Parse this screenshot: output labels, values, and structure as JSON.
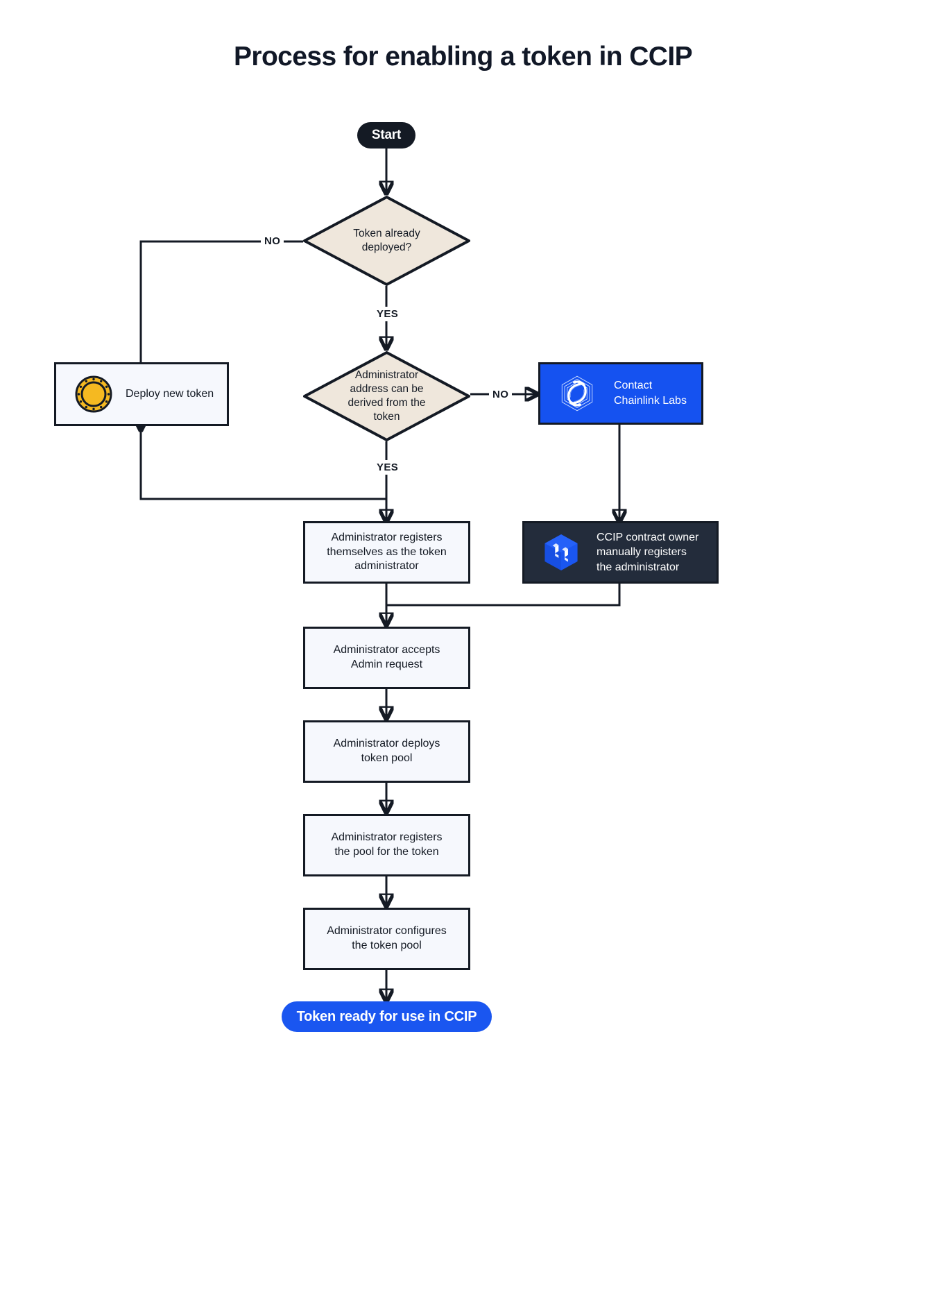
{
  "page": {
    "title": "Process for enabling a token in CCIP",
    "background": "#ffffff"
  },
  "colors": {
    "ink": "#141a24",
    "diamond_fill": "#efe7dc",
    "box_fill": "#f6f8fd",
    "chainlink_blue": "#1552f0",
    "ccip_dark": "#232c3b",
    "end_blue": "#1a56f0",
    "coin_gold": "#F5B921"
  },
  "nodes": {
    "start": {
      "label": "Start",
      "shape": "pill",
      "kind": "terminator"
    },
    "decision_deployed": {
      "label": "Token already\ndeployed?",
      "shape": "diamond",
      "kind": "decision"
    },
    "deploy_new_token": {
      "label": "Deploy new token",
      "shape": "rect",
      "icon": "coin-icon"
    },
    "decision_admin_derived": {
      "label": "Administrator\naddress can be\nderived from the\ntoken",
      "shape": "diamond",
      "kind": "decision"
    },
    "contact_chainlink": {
      "label": "Contact\nChainlink Labs",
      "shape": "rect",
      "icon": "chainlink-logo-icon"
    },
    "admin_registers_self": {
      "label": "Administrator registers\nthemselves as the token\nadministrator",
      "shape": "rect"
    },
    "ccip_owner_registers": {
      "label": "CCIP contract owner\nmanually registers\nthe administrator",
      "shape": "rect",
      "icon": "ccip-logo-icon"
    },
    "admin_accepts": {
      "label": "Administrator accepts\nAdmin request",
      "shape": "rect"
    },
    "admin_deploys_pool": {
      "label": "Administrator deploys\ntoken pool",
      "shape": "rect"
    },
    "admin_registers_pool": {
      "label": "Administrator registers\nthe pool for the token",
      "shape": "rect"
    },
    "admin_configures_pool": {
      "label": "Administrator configures\nthe token pool",
      "shape": "rect"
    },
    "end": {
      "label": "Token ready for use in CCIP",
      "shape": "pill",
      "kind": "terminator"
    }
  },
  "edge_labels": {
    "deployed_no": "NO",
    "deployed_yes": "YES",
    "admin_no": "NO",
    "admin_yes": "YES"
  }
}
